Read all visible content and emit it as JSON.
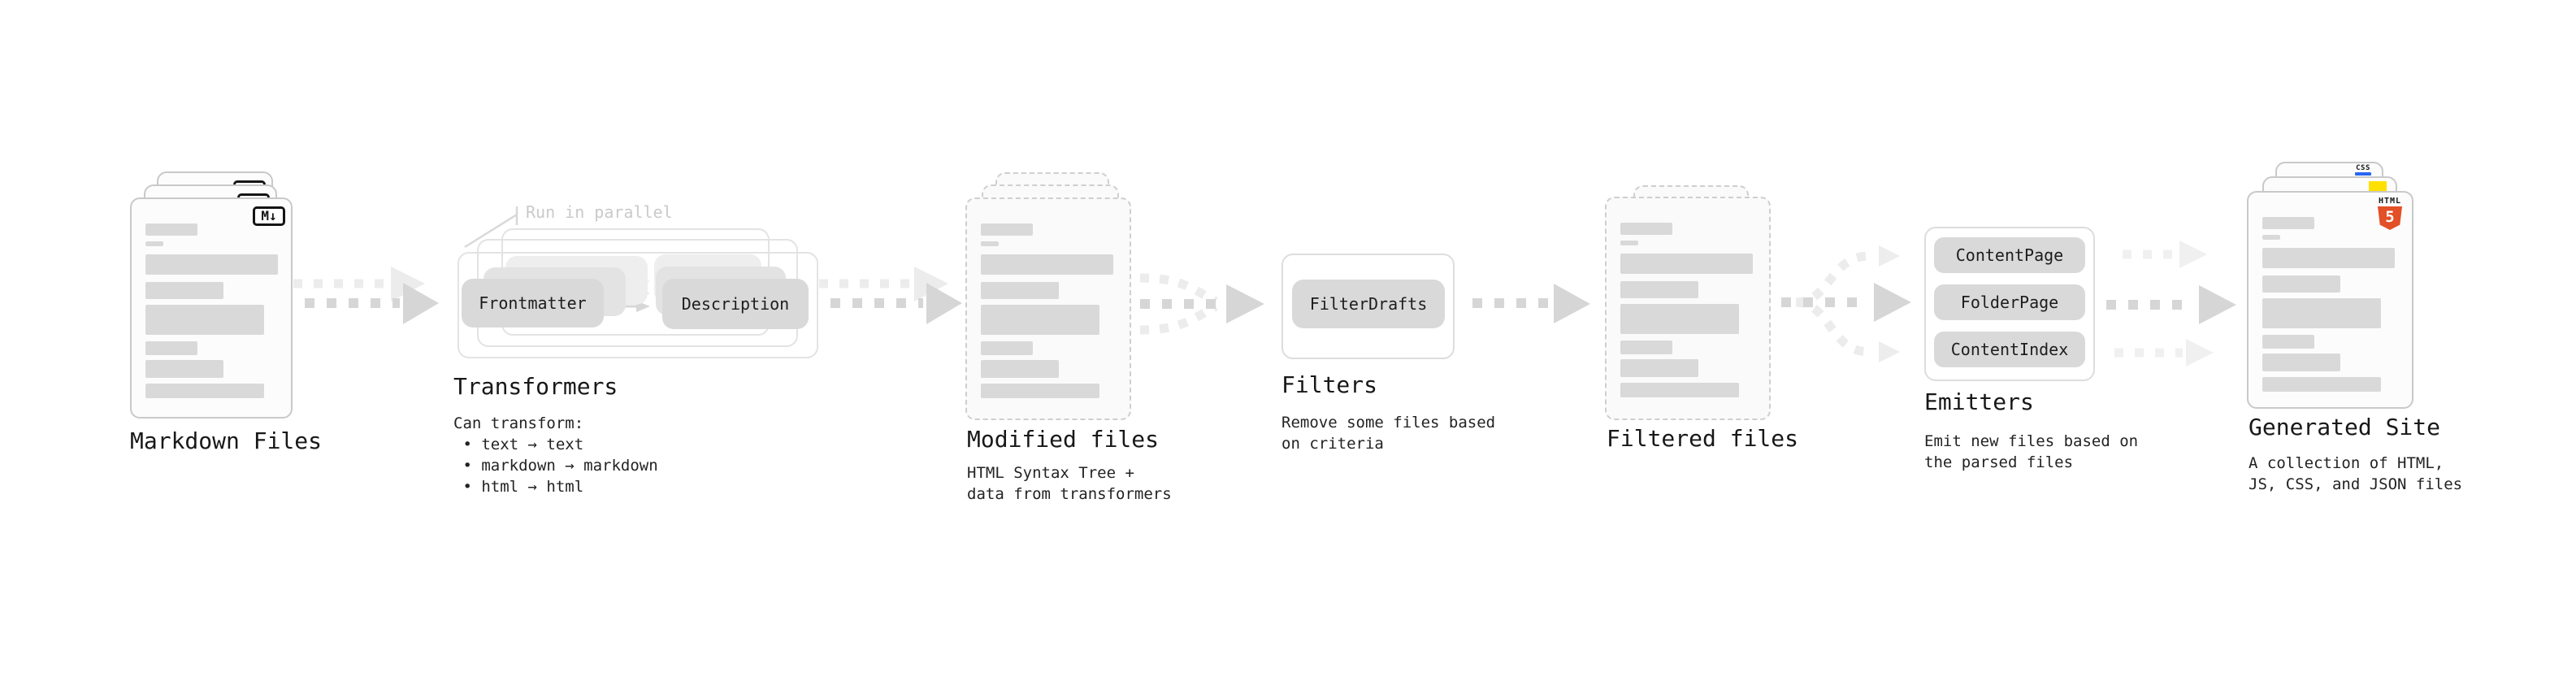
{
  "stages": {
    "markdown_files": {
      "label": "Markdown Files",
      "file_badge": "M↓"
    },
    "transformers": {
      "heading": "Transformers",
      "note": "Run in parallel",
      "pill_left": "Frontmatter",
      "pill_right": "Description",
      "description": "Can transform:\n • text → text\n • markdown → markdown\n • html → html"
    },
    "modified_files": {
      "label": "Modified files",
      "description": "HTML Syntax Tree +\ndata from transformers"
    },
    "filters": {
      "heading": "Filters",
      "pill": "FilterDrafts",
      "description": "Remove some files based\non criteria"
    },
    "filtered_files": {
      "label": "Filtered files"
    },
    "emitters": {
      "heading": "Emitters",
      "pills": [
        "ContentPage",
        "FolderPage",
        "ContentIndex"
      ],
      "description": "Emit new files based on\nthe parsed files"
    },
    "generated_site": {
      "label": "Generated Site",
      "description": "A collection of HTML,\nJS, CSS, and JSON files",
      "css_badge": "CSS",
      "html_badge": "HTML",
      "html5_number": "5"
    }
  },
  "colors": {
    "html5_orange": "#e34f26",
    "js_yellow": "#ffe000",
    "css_blue": "#2965f1",
    "card_border": "#c9c9c9",
    "placeholder_bar": "#d9d9d9",
    "arrow_main": "#d6d6d6",
    "arrow_ghost": "#ececec"
  }
}
